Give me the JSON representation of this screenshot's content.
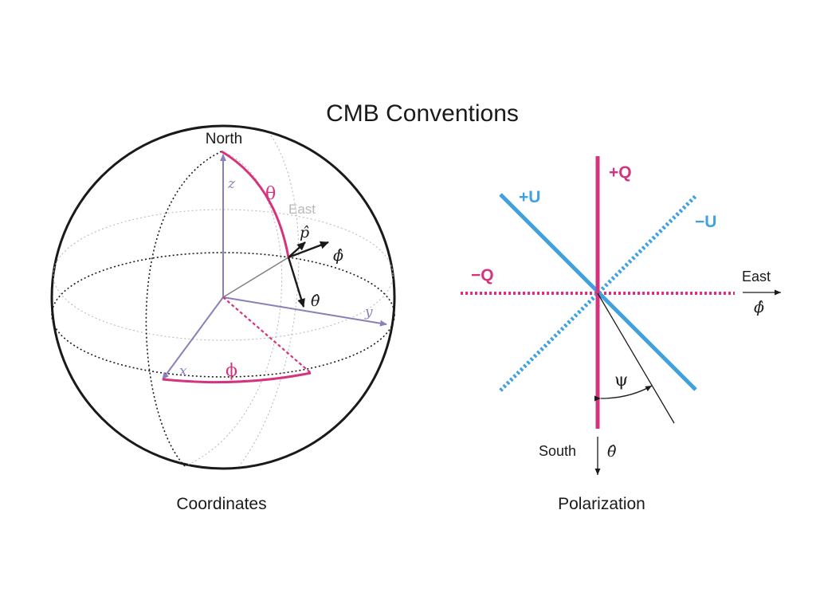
{
  "title": "CMB Conventions",
  "colors": {
    "magenta": "#d6337f",
    "blue": "#3fa0e2",
    "axis_purple": "#8b7fb8",
    "black": "#1a1a1a",
    "light_gray": "#b8b8b8"
  },
  "coordinates": {
    "caption": "Coordinates",
    "labels": {
      "north": "North",
      "east": "East",
      "z": "z",
      "x": "x",
      "y": "y",
      "theta": "θ",
      "phi": "ϕ",
      "p_hat": "p̂",
      "phi_hat": "ϕ̂",
      "theta_hat": "θ̂"
    }
  },
  "polarization": {
    "caption": "Polarization",
    "labels": {
      "plus_q": "+Q",
      "minus_q": "−Q",
      "plus_u": "+U",
      "minus_u": "−U",
      "east": "East",
      "phi_hat": "ϕ̂",
      "south": "South",
      "theta_hat": "θ̂",
      "psi": "ψ"
    }
  }
}
